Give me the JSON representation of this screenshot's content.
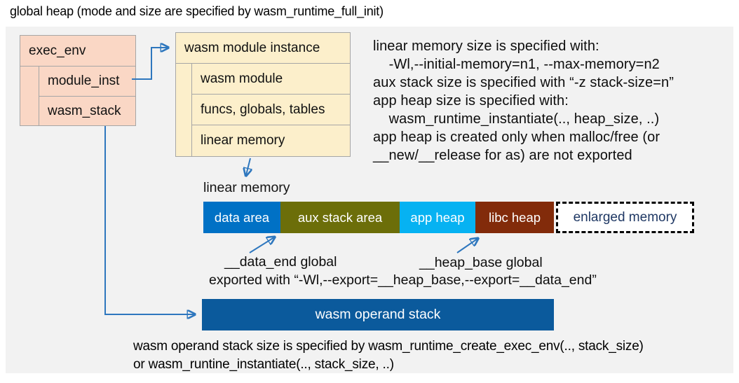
{
  "title": "global heap (mode and size are specified by wasm_runtime_full_init)",
  "exec_env": {
    "title": "exec_env",
    "rows": [
      "module_inst",
      "wasm_stack"
    ]
  },
  "module_instance": {
    "title": "wasm module instance",
    "rows": [
      "wasm module",
      "funcs, globals, tables",
      "linear memory"
    ]
  },
  "notes_right": {
    "lines": [
      "linear memory size is specified with:",
      "    -Wl,--initial-memory=n1, --max-memory=n2",
      "aux stack size is specified with “-z stack-size=n”",
      "app heap size is specified with:",
      "    wasm_runtime_instantiate(.., heap_size, ..)",
      "app heap is created only when malloc/free (or",
      "__new/__release for as) are not exported"
    ]
  },
  "linear_memory": {
    "label": "linear memory",
    "segments": [
      {
        "label": "data area",
        "color": "#0071C5",
        "text_color": "#FFFFFF"
      },
      {
        "label": "aux stack area",
        "color": "#6C6E09",
        "text_color": "#FFFFFF"
      },
      {
        "label": "app heap",
        "color": "#06B2F2",
        "text_color": "#FFFFFF"
      },
      {
        "label": "libc heap",
        "color": "#822B0A",
        "text_color": "#FFFFFF"
      },
      {
        "label": "enlarged memory",
        "color": "#FFFFFF",
        "text_color": "#1F3864"
      }
    ],
    "data_end_label": "__data_end global",
    "heap_base_label": "__heap_base global",
    "export_note": "exported with “-Wl,--export=__heap_base,--export=__data_end”"
  },
  "operand_stack": {
    "label": "wasm operand stack",
    "notes": [
      "wasm operand stack size is specified by wasm_runtime_create_exec_env(.., stack_size)",
      "or wasm_runtine_instantiate(.., stack_size, ..)"
    ]
  },
  "colors": {
    "arrow_blue": "#2E77BE",
    "exec_env_fill": "#FAD7C5",
    "module_instance_fill": "#FCEFCB",
    "operand_stack_fill": "#0B5A9C",
    "panel_bg": "#F2F2F2",
    "border_gray": "#A6A6A6",
    "enlarged_memory_text": "#1F3864"
  }
}
